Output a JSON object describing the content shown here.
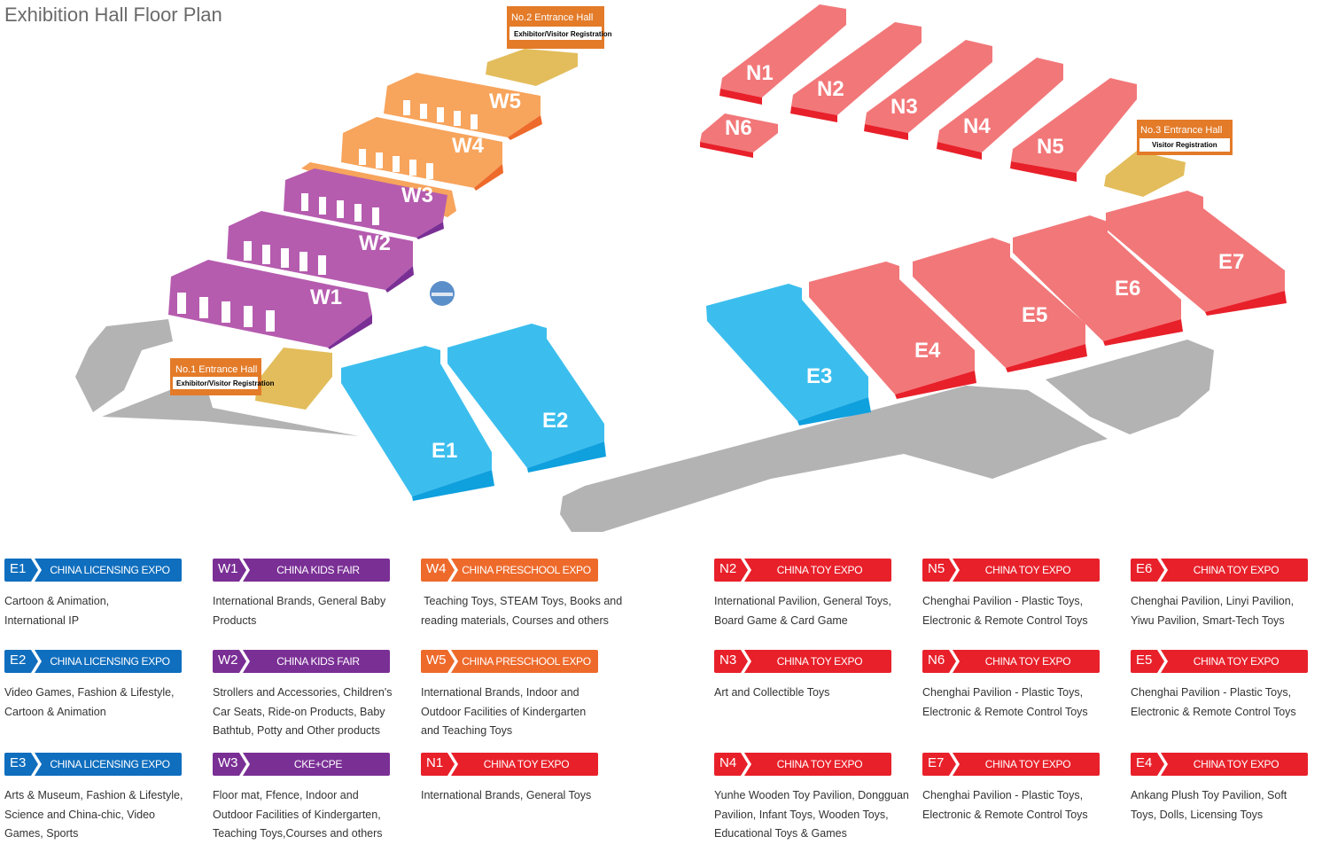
{
  "page_title": "Exhibition Hall Floor Plan",
  "colors": {
    "licensing_blue": "#0F6EBE",
    "kids_purple": "#7A2F95",
    "preschool_orange": "#EE6A2B",
    "toy_red": "#E8202A",
    "hall_blue": "#3BBEEE",
    "hall_purple": "#B55CAF",
    "hall_orange": "#F7A45C",
    "hall_red": "#F27779",
    "entrance_gold": "#E3BD5C",
    "entrance_label": "#E37B29",
    "road_gray": "#B3B3B3"
  },
  "halls": {
    "E1": "E1",
    "E2": "E2",
    "E3": "E3",
    "E4": "E4",
    "E5": "E5",
    "E6": "E6",
    "E7": "E7",
    "W1": "W1",
    "W2": "W2",
    "W3": "W3",
    "W4": "W4",
    "W5": "W5",
    "N1": "N1",
    "N2": "N2",
    "N3": "N3",
    "N4": "N4",
    "N5": "N5",
    "N6": "N6"
  },
  "entrances": [
    {
      "title": "No.1 Entrance Hall",
      "subtitle": "Exhibitor/Visitor Registration"
    },
    {
      "title": "No.2 Entrance Hall",
      "subtitle": "Exhibitor/Visitor Registration"
    },
    {
      "title": "No.3 Entrance Hall",
      "subtitle": "Visitor Registration"
    }
  ],
  "legend": [
    {
      "code": "E1",
      "expo": "CHINA LICENSING EXPO",
      "color": "#0F6EBE",
      "desc": [
        "Cartoon & Animation,",
        "International IP"
      ]
    },
    {
      "code": "W1",
      "expo": "CHINA KIDS FAIR",
      "color": "#7A2F95",
      "desc": [
        "International Brands, General Baby",
        "Products"
      ]
    },
    {
      "code": "W4",
      "expo": "CHINA PRESCHOOL EXPO",
      "color": "#EE6A2B",
      "desc": [
        " Teaching Toys, STEAM Toys, Books and",
        "reading materials, Courses and others"
      ]
    },
    {
      "code": "N2",
      "expo": "CHINA TOY EXPO",
      "color": "#E8202A",
      "desc": [
        "International Pavilion, General Toys,",
        "Board Game & Card Game"
      ]
    },
    {
      "code": "N5",
      "expo": "CHINA TOY EXPO",
      "color": "#E8202A",
      "desc": [
        "Chenghai Pavilion - Plastic Toys,",
        "Electronic & Remote Control Toys"
      ]
    },
    {
      "code": "E6",
      "expo": "CHINA TOY EXPO",
      "color": "#E8202A",
      "desc": [
        "Chenghai Pavilion, Linyi Pavilion,",
        "Yiwu Pavilion, Smart-Tech Toys"
      ]
    },
    {
      "code": "E2",
      "expo": "CHINA LICENSING EXPO",
      "color": "#0F6EBE",
      "desc": [
        "Video Games, Fashion & Lifestyle,",
        "Cartoon & Animation"
      ]
    },
    {
      "code": "W2",
      "expo": "CHINA KIDS FAIR",
      "color": "#7A2F95",
      "desc": [
        "Strollers and Accessories, Children's",
        "Car Seats, Ride-on Products, Baby",
        "Bathtub, Potty and Other products"
      ]
    },
    {
      "code": "W5",
      "expo": "CHINA PRESCHOOL EXPO",
      "color": "#EE6A2B",
      "desc": [
        "International Brands, Indoor and",
        "Outdoor Facilities of Kindergarten",
        "and Teaching Toys"
      ]
    },
    {
      "code": "N3",
      "expo": "CHINA TOY EXPO",
      "color": "#E8202A",
      "desc": [
        "Art and Collectible Toys"
      ]
    },
    {
      "code": "N6",
      "expo": "CHINA TOY EXPO",
      "color": "#E8202A",
      "desc": [
        "Chenghai Pavilion - Plastic Toys,",
        "Electronic & Remote Control Toys"
      ]
    },
    {
      "code": "E5",
      "expo": "CHINA TOY EXPO",
      "color": "#E8202A",
      "desc": [
        "Chenghai Pavilion - Plastic Toys,",
        "Electronic & Remote Control Toys"
      ]
    },
    {
      "code": "E3",
      "expo": "CHINA LICENSING EXPO",
      "color": "#0F6EBE",
      "desc": [
        "Arts & Museum, Fashion & Lifestyle,",
        "Science and China-chic, Video",
        "Games, Sports"
      ]
    },
    {
      "code": "W3",
      "expo": "CKE+CPE",
      "color": "#7A2F95",
      "desc": [
        "Floor mat, Ffence, Indoor and",
        "Outdoor Facilities of Kindergarten,",
        "Teaching Toys,Courses and others"
      ]
    },
    {
      "code": "N1",
      "expo": "CHINA TOY EXPO",
      "color": "#E8202A",
      "desc": [
        "International Brands, General Toys"
      ]
    },
    {
      "code": "N4",
      "expo": "CHINA TOY EXPO",
      "color": "#E8202A",
      "desc": [
        "Yunhe Wooden Toy Pavilion, Dongguan",
        "Pavilion, Infant Toys, Wooden Toys,",
        "Educational Toys & Games"
      ]
    },
    {
      "code": "E7",
      "expo": "CHINA TOY EXPO",
      "color": "#E8202A",
      "desc": [
        "Chenghai Pavilion - Plastic Toys,",
        "Electronic & Remote Control Toys"
      ]
    },
    {
      "code": "E4",
      "expo": "CHINA TOY EXPO",
      "color": "#E8202A",
      "desc": [
        "Ankang Plush Toy Pavilion, Soft",
        "Toys, Dolls, Licensing Toys"
      ]
    }
  ]
}
